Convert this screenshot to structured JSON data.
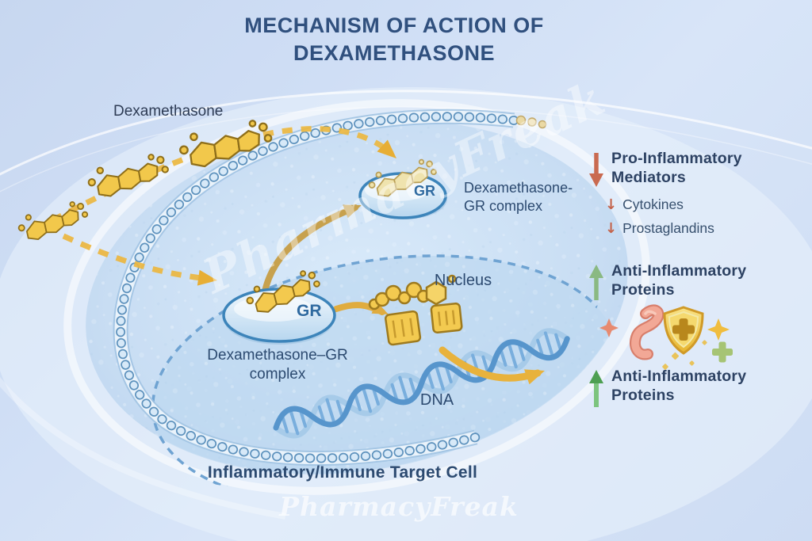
{
  "title": {
    "line1": "MECHANISM OF ACTION OF",
    "line2": "DEXAMETHASONE"
  },
  "drug": {
    "label": "Dexamethasone"
  },
  "receptor": {
    "abbr": "GR"
  },
  "complex_top": {
    "line1": "Dexamethasone-",
    "line2": "GR complex"
  },
  "complex_mid": {
    "line1": "Dexamethasone–GR",
    "line2": "complex"
  },
  "nucleus": {
    "label": "Nucleus"
  },
  "dna": {
    "label": "DNA"
  },
  "cell": {
    "label": "Inflammatory/Immune Target Cell"
  },
  "right_panel": {
    "pro_inflammatory": {
      "arrow": "down",
      "title_line1": "Pro-Inflammatory",
      "title_line2": "Mediators",
      "items": [
        {
          "glyph": "↓",
          "label": "Cytokines"
        },
        {
          "glyph": "↓",
          "label": "Prostaglandins"
        }
      ]
    },
    "anti_inflammatory_top": {
      "arrow": "up",
      "title_line1": "Anti-Inflammatory",
      "title_line2": "Proteins"
    },
    "anti_inflammatory_bottom": {
      "arrow": "up",
      "title_line1": "Anti-Inflammatory",
      "title_line2": "Proteins"
    }
  },
  "icons": {
    "shield": "shield-plus-icon",
    "protein": "protein-ribbon-icon",
    "sparkles": "sparkle-icons",
    "decrease": "red-down-arrow-icon",
    "increase": "green-up-arrow-icon"
  },
  "watermark": {
    "diagonal": "PharmacyFreak",
    "bottom": "PharmacyFreak"
  },
  "colors": {
    "title_text": "#30507e",
    "body_text": "#2d4a6e",
    "decrease_arrow": "#c96a50",
    "increase_arrow": "#69af62",
    "molecule_gold": "#f2c84b",
    "membrane_blue": "#5e92bd",
    "dna_blue": "#5795cc",
    "background": "#cfdef5"
  }
}
